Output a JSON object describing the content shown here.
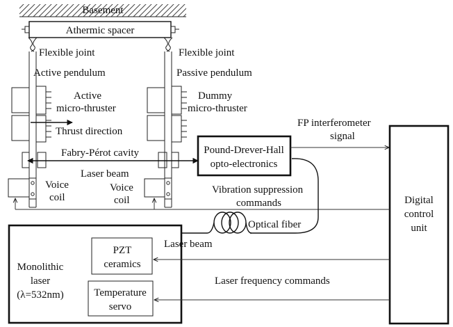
{
  "diagram": {
    "labels": {
      "basement": "Basement",
      "athermic_spacer": "Athermic spacer",
      "flexible_joint_left": "Flexible joint",
      "flexible_joint_right": "Flexible joint",
      "active_pendulum": "Active pendulum",
      "passive_pendulum": "Passive pendulum",
      "active_thruster_line1": "Active",
      "active_thruster_line2": "micro-thruster",
      "dummy_thruster_line1": "Dummy",
      "dummy_thruster_line2": "micro-thruster",
      "thrust_direction": "Thrust direction",
      "fabry_perot_cavity": "Fabry-Pérot cavity",
      "laser_beam_upper": "Laser beam",
      "voice_coil_left_line1": "Voice",
      "voice_coil_left_line2": "coil",
      "voice_coil_right_line1": "Voice",
      "voice_coil_right_line2": "coil",
      "pdh_line1": "Pound-Drever-Hall",
      "pdh_line2": "opto-electronics",
      "fp_signal_line1": "FP interferometer",
      "fp_signal_line2": "signal",
      "vibration_line1": "Vibration suppression",
      "vibration_line2": "commands",
      "optical_fiber": "Optical fiber",
      "laser_beam_lower": "Laser beam",
      "dcu_line1": "Digital",
      "dcu_line2": "control",
      "dcu_line3": "unit",
      "pzt_line1": "PZT",
      "pzt_line2": "ceramics",
      "temp_line1": "Temperature",
      "temp_line2": "servo",
      "laser_line1": "Monolithic",
      "laser_line2": "laser",
      "laser_line3": "(λ=532nm)",
      "laser_freq_commands": "Laser frequency commands"
    }
  }
}
